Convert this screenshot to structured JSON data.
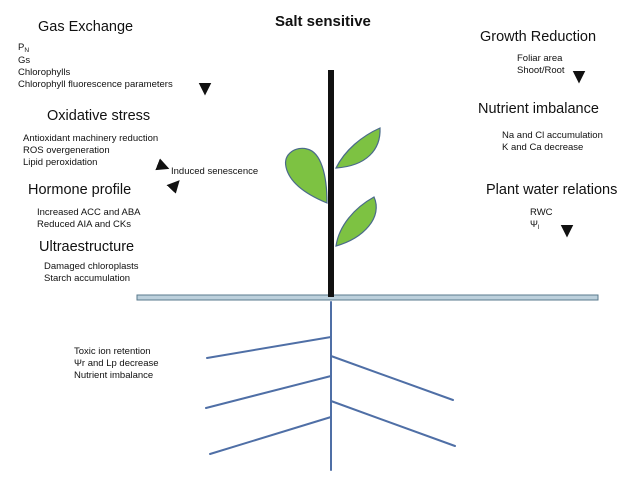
{
  "title": "Salt sensitive",
  "colors": {
    "leaf_fill": "#7dc242",
    "leaf_stroke": "#4a6a8a",
    "root": "#4f6fa6",
    "ground_fill": "#bcd0dc",
    "ground_stroke": "#5a7a8c",
    "stem": "#111111",
    "arrow": "#111111"
  },
  "sections": {
    "gas_exchange": {
      "heading": "Gas Exchange",
      "pn_base": "P",
      "pn_sub": "N",
      "gs": "Gs",
      "chlorophylls": "Chlorophylls",
      "fluorescence": "Chlorophyll fluorescence parameters",
      "trend_icon": "down-arrow-icon"
    },
    "oxidative_stress": {
      "heading": "Oxidative stress",
      "items": [
        "Antioxidant machinery reduction",
        "ROS overgeneration",
        "Lipid peroxidation"
      ]
    },
    "induced_senescence": {
      "label": "Induced senescence"
    },
    "hormone_profile": {
      "heading": "Hormone profile",
      "items": [
        "Increased ACC and ABA",
        "Reduced AIA and CKs"
      ]
    },
    "ultraestructure": {
      "heading": "Ultraestructure",
      "items": [
        "Damaged chloroplasts",
        "Starch accumulation"
      ]
    },
    "growth_reduction": {
      "heading": "Growth Reduction",
      "items": [
        "Foliar area",
        "Shoot/Root"
      ],
      "trend_icon": "down-arrow-icon"
    },
    "nutrient_imbalance": {
      "heading": "Nutrient imbalance",
      "items": [
        "Na and Cl accumulation",
        "K and Ca decrease"
      ]
    },
    "plant_water_relations": {
      "heading": "Plant water relations",
      "rwc": "RWC",
      "psi_base": "Ψ",
      "psi_sub": "l",
      "trend_icon": "down-arrow-icon"
    },
    "root_effects": {
      "items": [
        "Toxic ion retention",
        "Ψr  and Lp decrease",
        "Nutrient imbalance"
      ]
    }
  }
}
